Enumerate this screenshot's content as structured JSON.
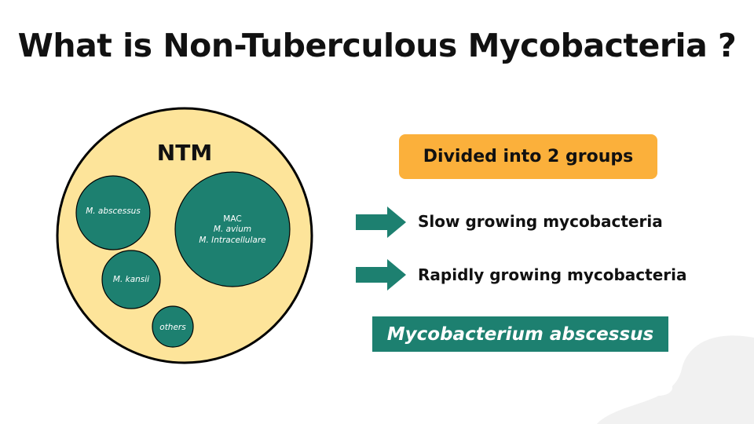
{
  "slide": {
    "title": "What is Non-Tuberculous Mycobacteria ?"
  },
  "diagram": {
    "outer_label": "NTM",
    "bubbles": {
      "abscessus": "M. abscessus",
      "mac_line1": "MAC",
      "mac_line2": "M. avium",
      "mac_line3": "M. Intracellulare",
      "kansii": "M. kansii",
      "others": "others"
    }
  },
  "groups": {
    "header": "Divided into 2 groups",
    "slow": "Slow growing mycobacteria",
    "rapid": "Rapidly growing mycobacteria",
    "highlight": "Mycobacterium abscessus"
  },
  "colors": {
    "outer_fill": "#fde49a",
    "bubble_fill": "#1d8070",
    "badge": "#fbb03b",
    "arrow": "#1d8070"
  }
}
